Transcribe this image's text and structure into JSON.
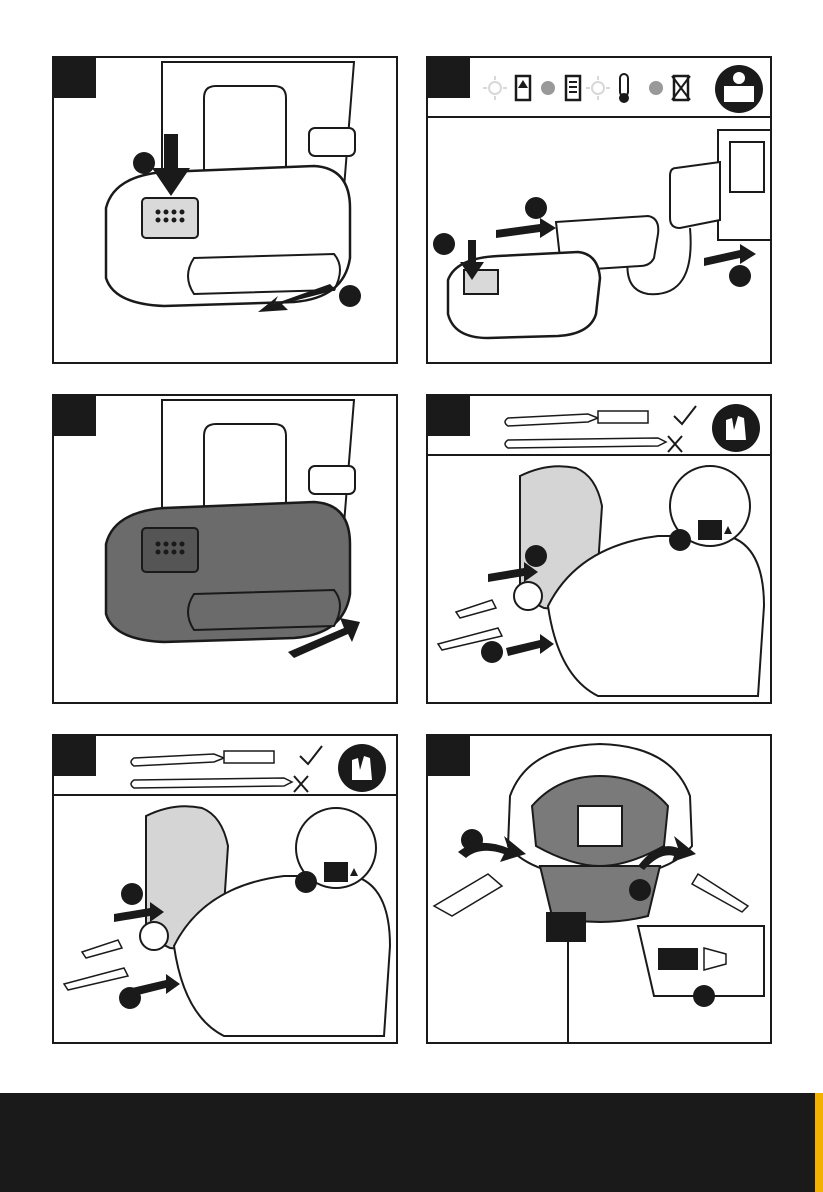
{
  "colors": {
    "ink": "#1a1a1a",
    "grey_fill": "#7a7a7a",
    "light_grey": "#cfcfcf",
    "battery_dark": "#666666",
    "accent_strip": "#f2b000"
  },
  "panels": [
    {
      "id": "remove-battery",
      "icons": [
        "release-button-press",
        "slide-out-arrow"
      ]
    },
    {
      "id": "charge-battery",
      "icons": [
        "sun-led-icon",
        "battery-charging-icon",
        "grey-dot-icon",
        "battery-full-icon",
        "sun-led-icon",
        "thermometer-icon",
        "grey-dot-icon",
        "crossed-battery-icon",
        "read-manual-icon"
      ]
    },
    {
      "id": "insert-battery",
      "icons": [
        "slide-in-arrow"
      ]
    },
    {
      "id": "insert-bit-1",
      "icons": [
        "hex-shank-bit-ok",
        "round-shank-bit-no",
        "gloves-icon",
        "lock-icon"
      ]
    },
    {
      "id": "insert-bit-2",
      "icons": [
        "hex-shank-bit-ok",
        "round-shank-bit-no",
        "gloves-icon",
        "lock-icon"
      ]
    },
    {
      "id": "forward-reverse",
      "icons": [
        "rotate-left-arrow",
        "rotate-right-arrow",
        "direction-switch"
      ]
    }
  ]
}
